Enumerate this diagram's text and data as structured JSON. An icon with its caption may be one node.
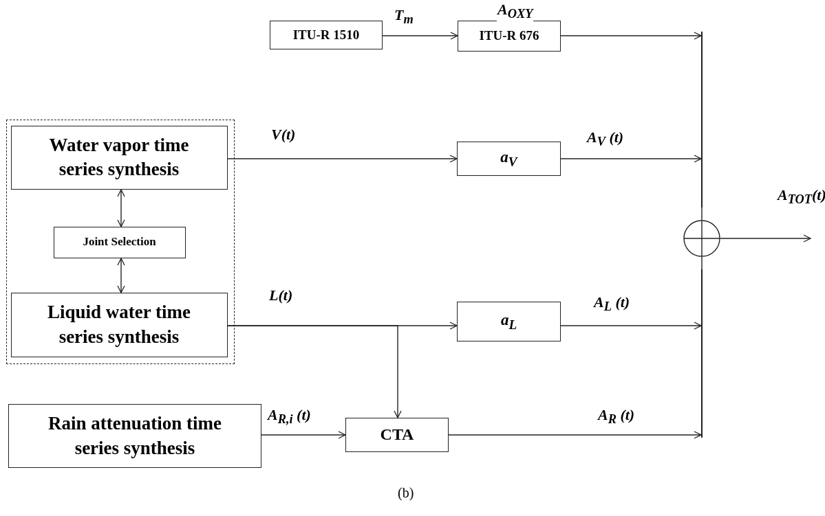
{
  "diagram": {
    "caption": "(b)",
    "nodes": [
      {
        "text": [
          "ITU-R 1510"
        ]
      },
      {
        "text": [
          "ITU-R 676"
        ]
      },
      {
        "text": [],
        "shape": "box"
      },
      {
        "text": [
          "Water vapor time series synthesis"
        ],
        "in": 2
      },
      {
        "text": [
          "Joint Selection"
        ],
        "in": 2
      },
      {
        "text": [
          "Liquid water time series synthesis"
        ],
        "in": 2
      },
      {
        "text": [
          "a$_{V}$"
        ]
      },
      {
        "text": [
          "a$_{L}$"
        ]
      },
      {
        "text": [
          "Rain attenuation time series synthesis"
        ]
      },
      {
        "text": [
          "CTA"
        ]
      },
      {
        "text": [],
        "shape": "circle"
      },
      {
        "text": [],
        "shape": "bar"
      },
      {
        "text": [],
        "shape": "bar"
      }
    ],
    "edges": [
      {
        "from": 0,
        "to": 1,
        "arrow": "to",
        "label": "T$_{m}$"
      },
      {
        "from": 1,
        "to": 11,
        "arrow": "to",
        "label": "A$_{OXY}$"
      },
      {
        "from": 3,
        "to": 4,
        "arrow": "both"
      },
      {
        "from": 4,
        "to": 5,
        "arrow": "both"
      },
      {
        "from": 3,
        "to": 6,
        "arrow": "to",
        "label": "V(t)"
      },
      {
        "from": 6,
        "to": 11,
        "arrow": "to",
        "label": "A$_{V}$ (t)"
      },
      {
        "from": 5,
        "to": 7,
        "arrow": "to",
        "label": "L(t)"
      },
      {
        "from": 5,
        "to": 9,
        "arrow": "to"
      },
      {
        "from": 7,
        "to": 12,
        "arrow": "to",
        "label": "A$_{L}$ (t)"
      },
      {
        "from": 8,
        "to": 9,
        "arrow": "to",
        "label": "A$_{R,i}$ (t)"
      },
      {
        "from": 9,
        "to": 12,
        "arrow": "to",
        "label": "A$_{R}$ (t)"
      },
      {
        "from": 10,
        "to": null,
        "arrow": "to",
        "label": "A$_{TOT}$(t)"
      },
      {
        "from": 11,
        "to": 10,
        "arrow": "none"
      },
      {
        "from": 12,
        "to": 10,
        "arrow": "none"
      }
    ]
  }
}
